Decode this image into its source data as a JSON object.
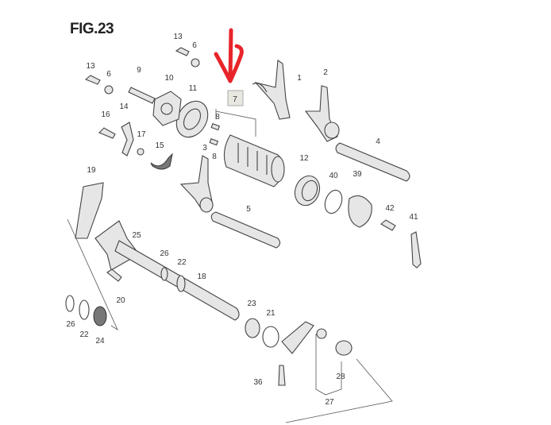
{
  "figure_title": "FIG.23",
  "highlighted_part": "7",
  "annotation_color": "#e8242b",
  "part_labels": [
    "13",
    "6",
    "13",
    "6",
    "9",
    "10",
    "11",
    "1",
    "2",
    "16",
    "14",
    "8",
    "17",
    "15",
    "8",
    "3",
    "12",
    "4",
    "40",
    "39",
    "19",
    "5",
    "42",
    "41",
    "25",
    "26",
    "22",
    "18",
    "20",
    "26",
    "22",
    "24",
    "23",
    "21",
    "28",
    "36",
    "27"
  ]
}
